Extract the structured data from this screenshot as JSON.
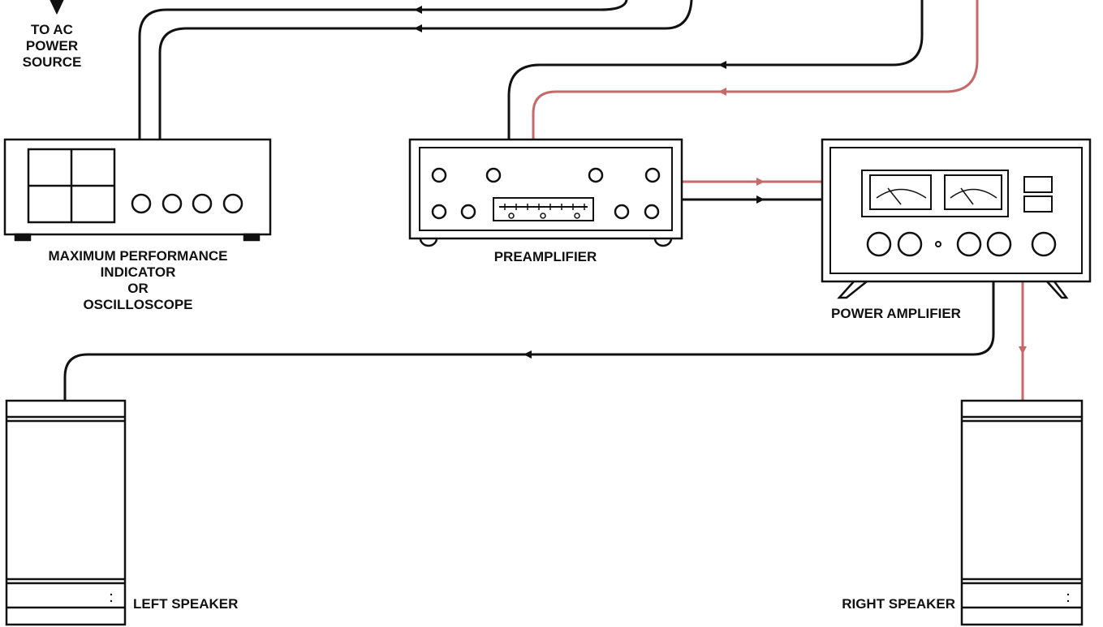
{
  "labels": {
    "ac_power": [
      "TO AC",
      "POWER",
      "SOURCE"
    ],
    "mpi": [
      "MAXIMUM PERFORMANCE",
      "INDICATOR",
      "OR",
      "OSCILLOSCOPE"
    ],
    "preamplifier": "PREAMPLIFIER",
    "power_amplifier": "POWER AMPLIFIER",
    "left_speaker": "LEFT SPEAKER",
    "right_speaker": "RIGHT SPEAKER"
  },
  "colors": {
    "line": "#111111",
    "signal": "#c46a6a",
    "background": "#ffffff"
  }
}
